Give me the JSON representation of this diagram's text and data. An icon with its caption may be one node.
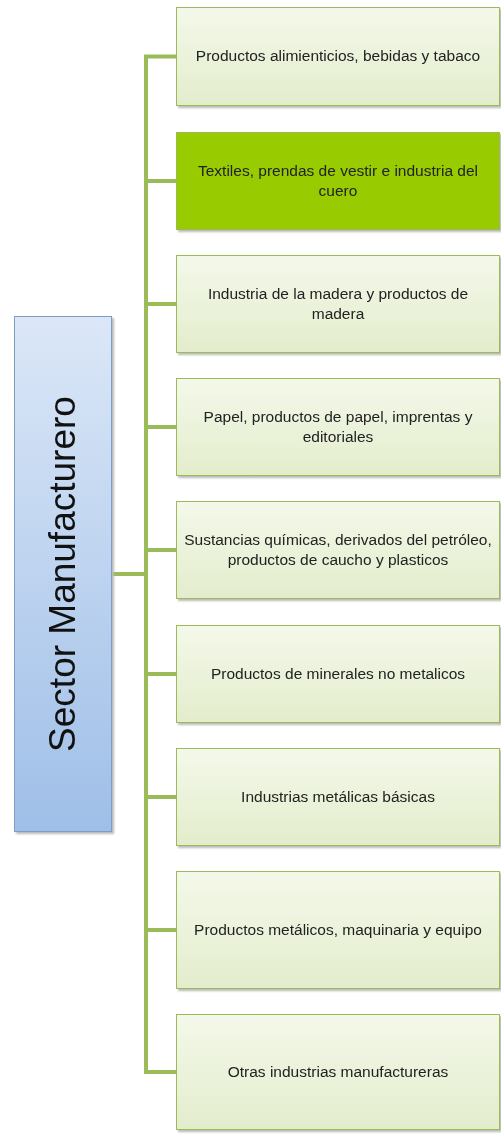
{
  "diagram": {
    "nodes": [
      {
        "text": [
          "Sector Manufacturero"
        ]
      },
      {
        "text": [
          "Productos alimienticios, bebidas y tabaco"
        ]
      },
      {
        "text": [
          "Textiles, prendas de vestir e industria del cuero"
        ]
      },
      {
        "text": [
          "Industria de la madera y productos de madera"
        ]
      },
      {
        "text": [
          "Papel, productos de papel, imprentas y editoriales"
        ]
      },
      {
        "text": [
          "Sustancias químicas, derivados del petróleo, productos de caucho y plasticos"
        ]
      },
      {
        "text": [
          "Productos de minerales no metalicos"
        ]
      },
      {
        "text": [
          "Industrias metálicas básicas"
        ]
      },
      {
        "text": [
          "Productos metálicos, maquinaria y equipo"
        ]
      },
      {
        "text": [
          "Otras industrias manufactureras"
        ]
      }
    ],
    "edges": [
      {
        "from": 0,
        "to": 1,
        "arrow": "none"
      },
      {
        "from": 0,
        "to": 2,
        "arrow": "none"
      },
      {
        "from": 0,
        "to": 3,
        "arrow": "none"
      },
      {
        "from": 0,
        "to": 4,
        "arrow": "none"
      },
      {
        "from": 0,
        "to": 5,
        "arrow": "none"
      },
      {
        "from": 0,
        "to": 6,
        "arrow": "none"
      },
      {
        "from": 0,
        "to": 7,
        "arrow": "none"
      },
      {
        "from": 0,
        "to": 8,
        "arrow": "none"
      },
      {
        "from": 0,
        "to": 9,
        "arrow": "none"
      }
    ]
  }
}
